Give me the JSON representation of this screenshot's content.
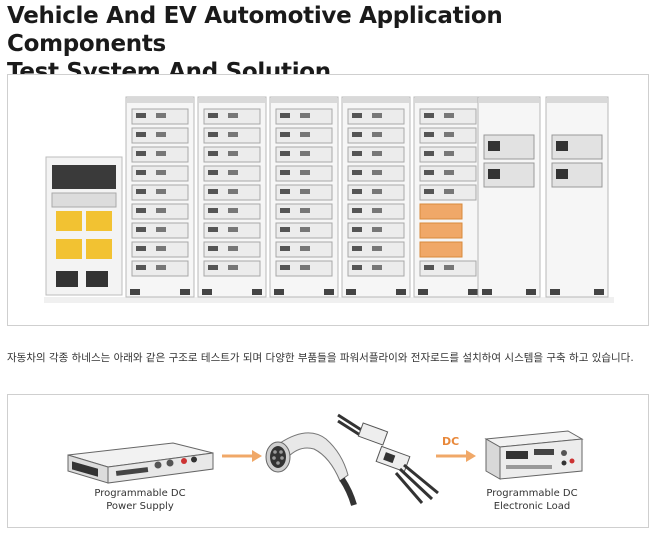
{
  "page": {
    "title_line1": "Vehicle And EV Automotive Application Components",
    "title_line2": "Test System And Solution",
    "description": "자동차의 각종 하네스는 아래와 같은 구조로 테스트가 되며 다양한 부품들을 파워서플라이와 전자로드를 설치하여 시스템을 구축 하고 있습니다."
  },
  "flow": {
    "source_label_line1": "Programmable DC",
    "source_label_line2": "Power Supply",
    "load_label_line1": "Programmable DC",
    "load_label_line2": "Electronic Load",
    "dc_label": "DC"
  },
  "colors": {
    "accent_orange": "#f0a868",
    "module_yellow": "#f2c232",
    "cabinet_grey": "#e6e6e6"
  }
}
